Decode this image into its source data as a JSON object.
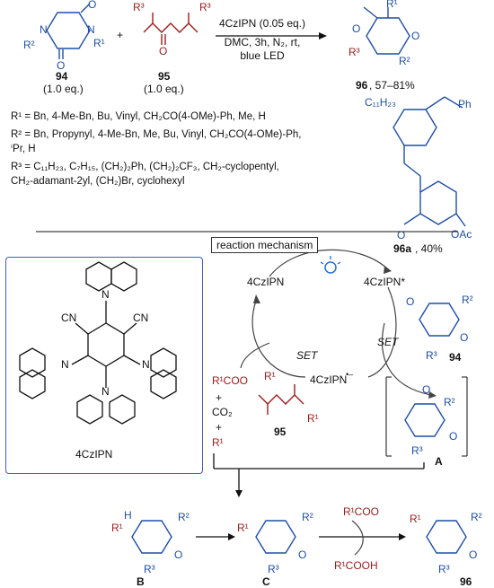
{
  "top_scheme": {
    "reagent_94": {
      "label": "94",
      "equiv": "(1.0 eq.)"
    },
    "reagent_95": {
      "label": "95",
      "equiv": "(1.0 eq.)"
    },
    "plus": "+",
    "conditions": [
      "4CzIPN (0.05 eq.)",
      "DMC, 3h, N₂, rt,",
      "blue LED"
    ],
    "product": {
      "label": "96",
      "yield": ", 57–81%"
    },
    "example": {
      "label": "96a",
      "yield": ", 40%",
      "chain": "C₁₁H₂₃",
      "ph": "Ph",
      "oac": "OAc"
    }
  },
  "substituents": {
    "r1": "R¹ = Bn,  4-Me-Bn, Bu, Vinyl, CH₂CO(4-OMe)-Ph, Me, H",
    "r2_line1": "R² = Bn, Propynyl, 4-Me-Bn, Me, Bu, Vinyl, CH₂CO(4-OMe)-Ph,",
    "r2_line2": "ⁱPr, H",
    "r3_line1": "R³ = C₁₁H₂₃, C₇H₁₅, (CH₂)₂Ph, (CH₂)₂CF₃, CH₂-cyclopentyl,",
    "r3_line2": "CH₂-adamant-2yl, (CH₂)Br, cyclohexyl"
  },
  "mechanism": {
    "title": "reaction mechanism",
    "catalyst": "4CzIPN",
    "catalyst_excited": "4CzIPN*",
    "catalyst_radical_anion": "4CzIPN",
    "radical_anion_sign": "•–",
    "set_label": "SET",
    "substrate_label": "94",
    "peroxide_label": "95",
    "intermediate_a": "A",
    "intermediate_b": "B",
    "intermediate_c": "C",
    "product_label": "96",
    "fragments": {
      "carboxylate": "R¹COO",
      "co2": "CO₂",
      "radical": "R¹",
      "acid": "R¹COOH",
      "plus": "+"
    }
  },
  "catalyst_box": {
    "name": "4CzIPN",
    "cn": "CN",
    "n": "N"
  },
  "atoms": {
    "n": "N",
    "o": "O",
    "h": "H",
    "r1": "R¹",
    "r2": "R²",
    "r3": "R³"
  }
}
